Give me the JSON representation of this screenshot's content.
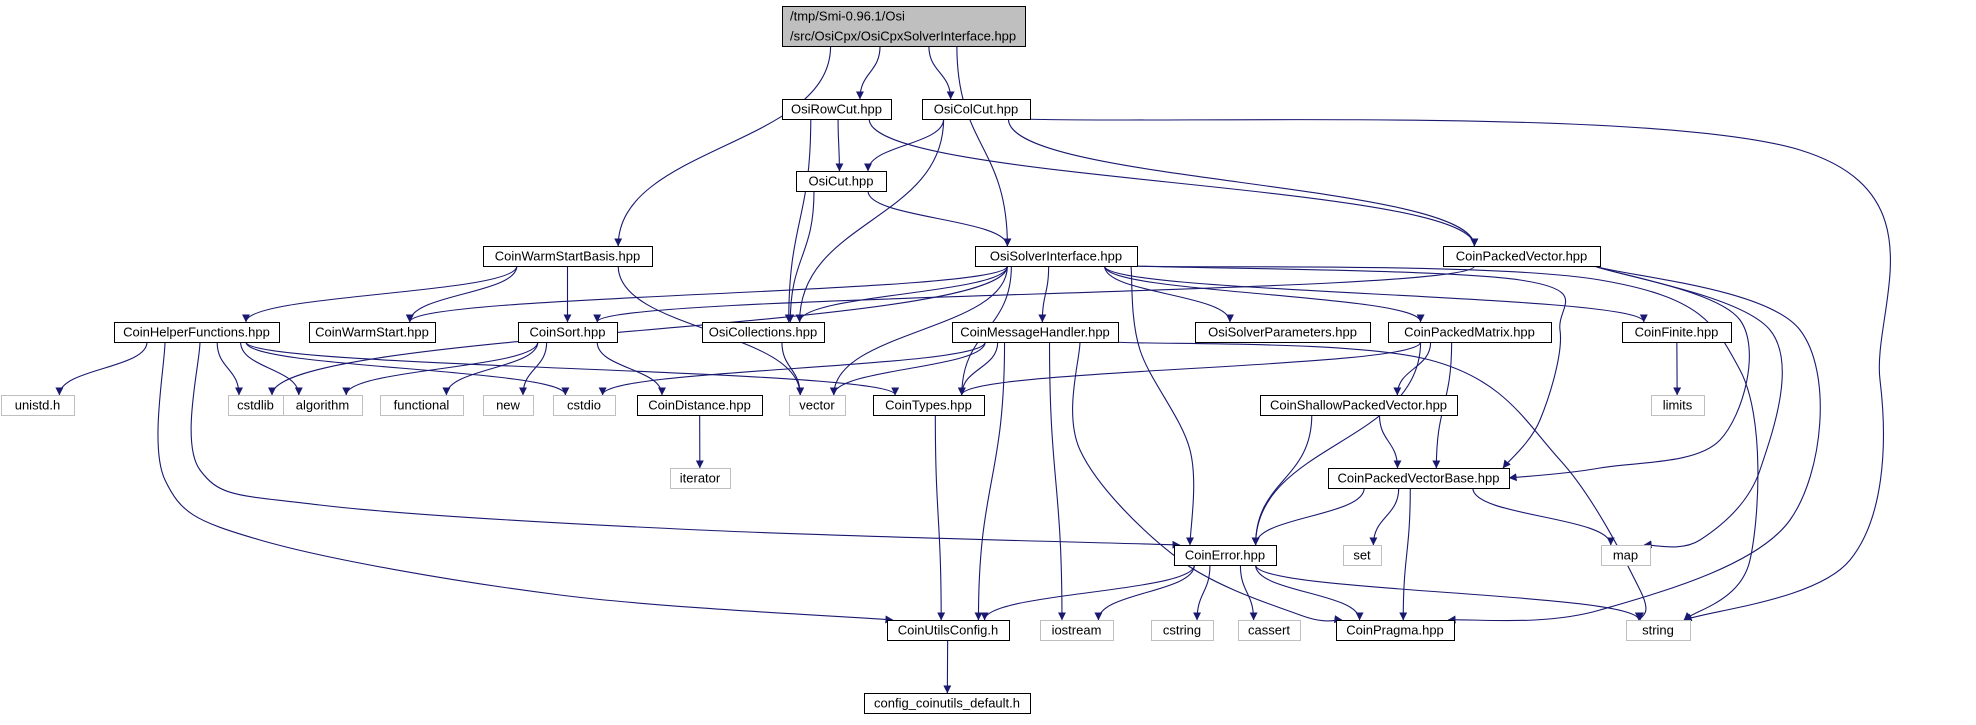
{
  "diagram": {
    "root_id": "root",
    "colors": {
      "edge": "#191970",
      "node_border": "#000000",
      "system_border": "#bfbfbf",
      "root_fill": "#bfbfbf",
      "text": "#000000",
      "system_text": "#7f7f7f"
    },
    "nodes": [
      {
        "id": "root",
        "lines": [
          "/tmp/Smi-0.96.1/Osi",
          "/src/OsiCpx/OsiCpxSolverInterface.hpp"
        ],
        "kind": "root"
      },
      {
        "id": "OsiRowCut",
        "lines": [
          "OsiRowCut.hpp"
        ],
        "kind": "header"
      },
      {
        "id": "OsiColCut",
        "lines": [
          "OsiColCut.hpp"
        ],
        "kind": "header"
      },
      {
        "id": "OsiCut",
        "lines": [
          "OsiCut.hpp"
        ],
        "kind": "header"
      },
      {
        "id": "CoinWarmStartBasis",
        "lines": [
          "CoinWarmStartBasis.hpp"
        ],
        "kind": "header"
      },
      {
        "id": "OsiSolverInterface",
        "lines": [
          "OsiSolverInterface.hpp"
        ],
        "kind": "header"
      },
      {
        "id": "CoinPackedVector",
        "lines": [
          "CoinPackedVector.hpp"
        ],
        "kind": "header"
      },
      {
        "id": "CoinHelperFunctions",
        "lines": [
          "CoinHelperFunctions.hpp"
        ],
        "kind": "header"
      },
      {
        "id": "CoinWarmStart",
        "lines": [
          "CoinWarmStart.hpp"
        ],
        "kind": "header"
      },
      {
        "id": "CoinSort",
        "lines": [
          "CoinSort.hpp"
        ],
        "kind": "header"
      },
      {
        "id": "OsiCollections",
        "lines": [
          "OsiCollections.hpp"
        ],
        "kind": "header"
      },
      {
        "id": "CoinMessageHandler",
        "lines": [
          "CoinMessageHandler.hpp"
        ],
        "kind": "header"
      },
      {
        "id": "OsiSolverParameters",
        "lines": [
          "OsiSolverParameters.hpp"
        ],
        "kind": "header"
      },
      {
        "id": "CoinPackedMatrix",
        "lines": [
          "CoinPackedMatrix.hpp"
        ],
        "kind": "header"
      },
      {
        "id": "CoinFinite",
        "lines": [
          "CoinFinite.hpp"
        ],
        "kind": "header"
      },
      {
        "id": "unistd",
        "lines": [
          "unistd.h"
        ],
        "kind": "system"
      },
      {
        "id": "cstdlib",
        "lines": [
          "cstdlib"
        ],
        "kind": "system"
      },
      {
        "id": "algorithm",
        "lines": [
          "algorithm"
        ],
        "kind": "system"
      },
      {
        "id": "functional",
        "lines": [
          "functional"
        ],
        "kind": "system"
      },
      {
        "id": "new",
        "lines": [
          "new"
        ],
        "kind": "system"
      },
      {
        "id": "cstdio",
        "lines": [
          "cstdio"
        ],
        "kind": "system"
      },
      {
        "id": "CoinDistance",
        "lines": [
          "CoinDistance.hpp"
        ],
        "kind": "header"
      },
      {
        "id": "vector",
        "lines": [
          "vector"
        ],
        "kind": "system"
      },
      {
        "id": "CoinTypes",
        "lines": [
          "CoinTypes.hpp"
        ],
        "kind": "header"
      },
      {
        "id": "CoinShallowPackedVector",
        "lines": [
          "CoinShallowPackedVector.hpp"
        ],
        "kind": "header"
      },
      {
        "id": "limits",
        "lines": [
          "limits"
        ],
        "kind": "system"
      },
      {
        "id": "iterator",
        "lines": [
          "iterator"
        ],
        "kind": "system"
      },
      {
        "id": "CoinPackedVectorBase",
        "lines": [
          "CoinPackedVectorBase.hpp"
        ],
        "kind": "header"
      },
      {
        "id": "set",
        "lines": [
          "set"
        ],
        "kind": "system"
      },
      {
        "id": "map",
        "lines": [
          "map"
        ],
        "kind": "system"
      },
      {
        "id": "CoinError",
        "lines": [
          "CoinError.hpp"
        ],
        "kind": "header"
      },
      {
        "id": "CoinUtilsConfig",
        "lines": [
          "CoinUtilsConfig.h"
        ],
        "kind": "header"
      },
      {
        "id": "iostream",
        "lines": [
          "iostream"
        ],
        "kind": "system"
      },
      {
        "id": "cstring",
        "lines": [
          "cstring"
        ],
        "kind": "system"
      },
      {
        "id": "cassert",
        "lines": [
          "cassert"
        ],
        "kind": "system"
      },
      {
        "id": "CoinPragma",
        "lines": [
          "CoinPragma.hpp"
        ],
        "kind": "header"
      },
      {
        "id": "string",
        "lines": [
          "string"
        ],
        "kind": "system"
      },
      {
        "id": "config_coinutils_default",
        "lines": [
          "config_coinutils_default.h"
        ],
        "kind": "header"
      }
    ],
    "edges": [
      [
        "root",
        "OsiRowCut"
      ],
      [
        "root",
        "OsiColCut"
      ],
      [
        "root",
        "CoinWarmStartBasis"
      ],
      [
        "root",
        "OsiSolverInterface"
      ],
      [
        "OsiRowCut",
        "OsiCut"
      ],
      [
        "OsiRowCut",
        "OsiCollections"
      ],
      [
        "OsiRowCut",
        "CoinPackedVector"
      ],
      [
        "OsiColCut",
        "OsiCut"
      ],
      [
        "OsiColCut",
        "OsiCollections"
      ],
      [
        "OsiColCut",
        "CoinPackedVector"
      ],
      [
        "OsiColCut",
        "string"
      ],
      [
        "OsiCut",
        "OsiCollections"
      ],
      [
        "OsiCut",
        "OsiSolverInterface"
      ],
      [
        "CoinWarmStartBasis",
        "CoinHelperFunctions"
      ],
      [
        "CoinWarmStartBasis",
        "CoinWarmStart"
      ],
      [
        "CoinWarmStartBasis",
        "CoinSort"
      ],
      [
        "CoinWarmStartBasis",
        "vector"
      ],
      [
        "OsiSolverInterface",
        "CoinWarmStart"
      ],
      [
        "OsiSolverInterface",
        "cstdlib"
      ],
      [
        "OsiSolverInterface",
        "OsiCollections"
      ],
      [
        "OsiSolverInterface",
        "vector"
      ],
      [
        "OsiSolverInterface",
        "CoinTypes"
      ],
      [
        "OsiSolverInterface",
        "CoinMessageHandler"
      ],
      [
        "OsiSolverInterface",
        "OsiSolverParameters"
      ],
      [
        "OsiSolverInterface",
        "CoinPackedMatrix"
      ],
      [
        "OsiSolverInterface",
        "CoinError"
      ],
      [
        "OsiSolverInterface",
        "CoinPackedVectorBase"
      ],
      [
        "OsiSolverInterface",
        "CoinFinite"
      ],
      [
        "OsiSolverInterface",
        "string"
      ],
      [
        "CoinPackedVector",
        "CoinSort"
      ],
      [
        "CoinPackedVector",
        "CoinPackedVectorBase"
      ],
      [
        "CoinPackedVector",
        "map"
      ],
      [
        "CoinPackedVector",
        "CoinPragma"
      ],
      [
        "CoinHelperFunctions",
        "unistd"
      ],
      [
        "CoinHelperFunctions",
        "cstdlib"
      ],
      [
        "CoinHelperFunctions",
        "algorithm"
      ],
      [
        "CoinHelperFunctions",
        "cstdio"
      ],
      [
        "CoinHelperFunctions",
        "CoinTypes"
      ],
      [
        "CoinHelperFunctions",
        "CoinError"
      ],
      [
        "CoinHelperFunctions",
        "CoinUtilsConfig"
      ],
      [
        "CoinSort",
        "functional"
      ],
      [
        "CoinSort",
        "new"
      ],
      [
        "CoinSort",
        "algorithm"
      ],
      [
        "CoinSort",
        "CoinDistance"
      ],
      [
        "OsiCollections",
        "vector"
      ],
      [
        "CoinMessageHandler",
        "cstdio"
      ],
      [
        "CoinMessageHandler",
        "vector"
      ],
      [
        "CoinMessageHandler",
        "CoinTypes"
      ],
      [
        "CoinMessageHandler",
        "CoinUtilsConfig"
      ],
      [
        "CoinMessageHandler",
        "iostream"
      ],
      [
        "CoinMessageHandler",
        "CoinPragma"
      ],
      [
        "CoinMessageHandler",
        "string"
      ],
      [
        "CoinPackedMatrix",
        "CoinTypes"
      ],
      [
        "CoinPackedMatrix",
        "CoinShallowPackedVector"
      ],
      [
        "CoinPackedMatrix",
        "CoinPackedVectorBase"
      ],
      [
        "CoinPackedMatrix",
        "CoinError"
      ],
      [
        "CoinFinite",
        "limits"
      ],
      [
        "CoinDistance",
        "iterator"
      ],
      [
        "CoinTypes",
        "CoinUtilsConfig"
      ],
      [
        "CoinShallowPackedVector",
        "CoinPackedVectorBase"
      ],
      [
        "CoinShallowPackedVector",
        "CoinError"
      ],
      [
        "CoinPackedVectorBase",
        "set"
      ],
      [
        "CoinPackedVectorBase",
        "map"
      ],
      [
        "CoinPackedVectorBase",
        "CoinError"
      ],
      [
        "CoinPackedVectorBase",
        "CoinPragma"
      ],
      [
        "CoinError",
        "iostream"
      ],
      [
        "CoinError",
        "cstring"
      ],
      [
        "CoinError",
        "cassert"
      ],
      [
        "CoinError",
        "CoinPragma"
      ],
      [
        "CoinError",
        "string"
      ],
      [
        "CoinError",
        "CoinUtilsConfig"
      ],
      [
        "CoinUtilsConfig",
        "config_coinutils_default"
      ]
    ]
  }
}
